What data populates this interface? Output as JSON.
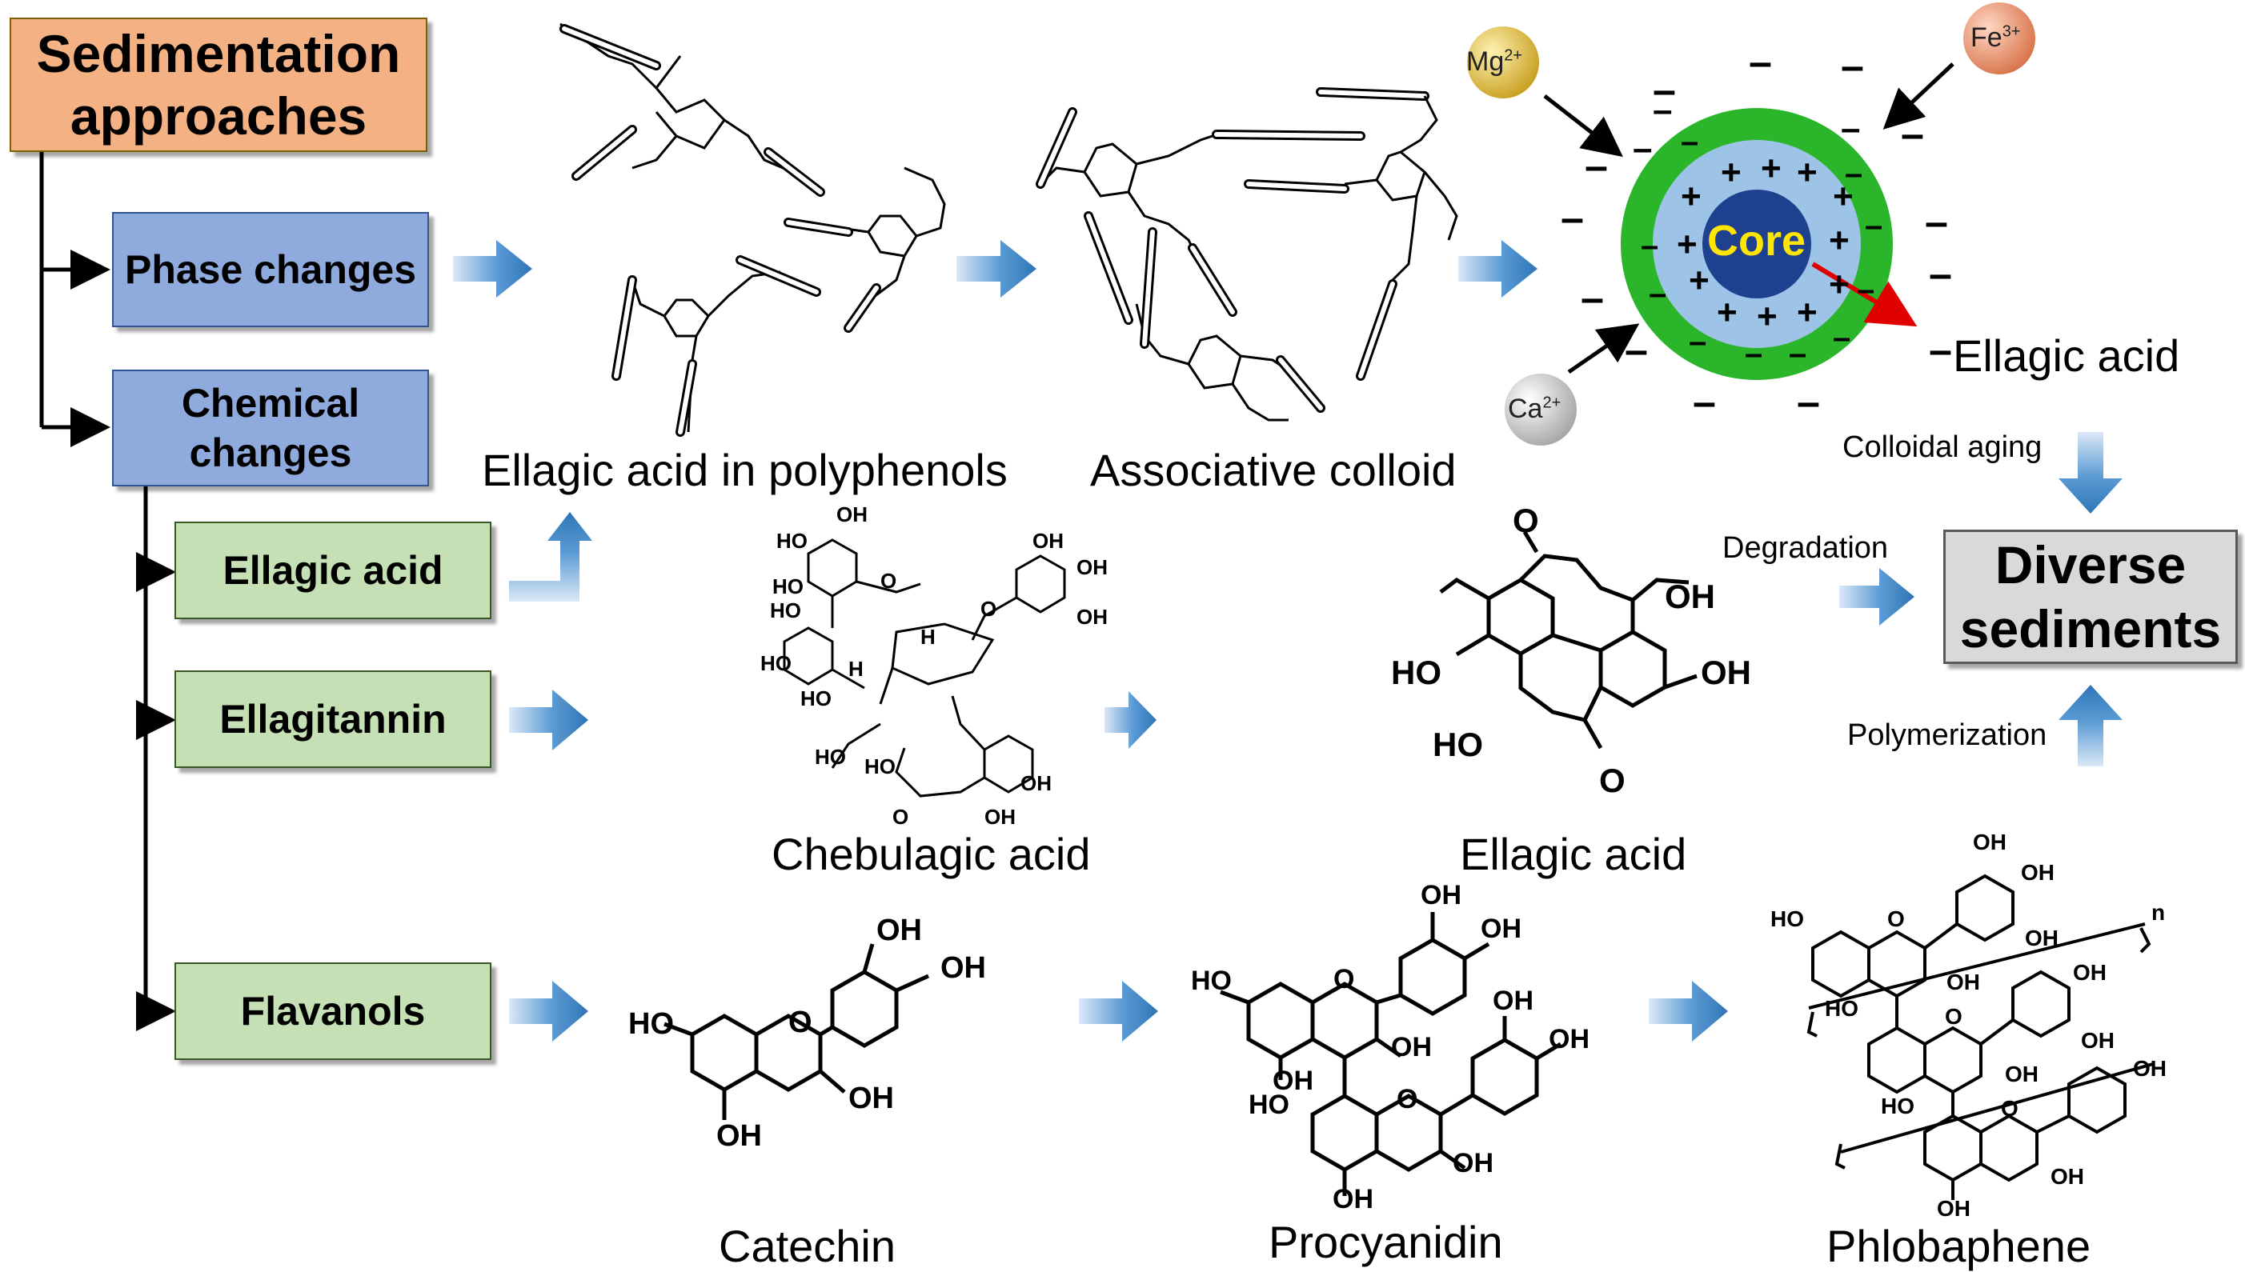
{
  "boxes": {
    "sedimentation": "Sedimentation approaches",
    "phase_changes": "Phase changes",
    "chemical_changes": "Chemical changes",
    "ellagic_acid": "Ellagic acid",
    "ellagitannin": "Ellagitannin",
    "flavanols": "Flavanols",
    "diverse_sediments": "Diverse sediments"
  },
  "labels": {
    "ellagic_in_polyphenols": "Ellagic acid in polyphenols",
    "associative_colloid": "Associative colloid",
    "ellagic_acid_colloid": "Ellagic acid",
    "colloidal_aging": "Colloidal aging",
    "degradation": "Degradation",
    "polymerization": "Polymerization",
    "chebulagic_acid": "Chebulagic acid",
    "ellagic_acid_structure": "Ellagic acid",
    "catechin": "Catechin",
    "procyanidin": "Procyanidin",
    "phlobaphene": "Phlobaphene",
    "core": "Core"
  },
  "ions": {
    "mg": {
      "symbol": "Mg",
      "charge": "2+"
    },
    "fe": {
      "symbol": "Fe",
      "charge": "3+"
    },
    "ca": {
      "symbol": "Ca",
      "charge": "2+"
    }
  },
  "chem_groups": {
    "oh": "OH",
    "ho": "HO",
    "o": "O",
    "h": "H",
    "n": "n"
  },
  "colors": {
    "orange_box": "#f4b183",
    "blue_box": "#8faadc",
    "green_box": "#c5e0b4",
    "gray_box": "#d9d9d9",
    "arrow_blue": "#2e75b6",
    "colloid_outer": "#2bb52b",
    "colloid_inner": "#9dc3e6",
    "core": "#1f3f8f",
    "red_arrow": "#e00000"
  }
}
